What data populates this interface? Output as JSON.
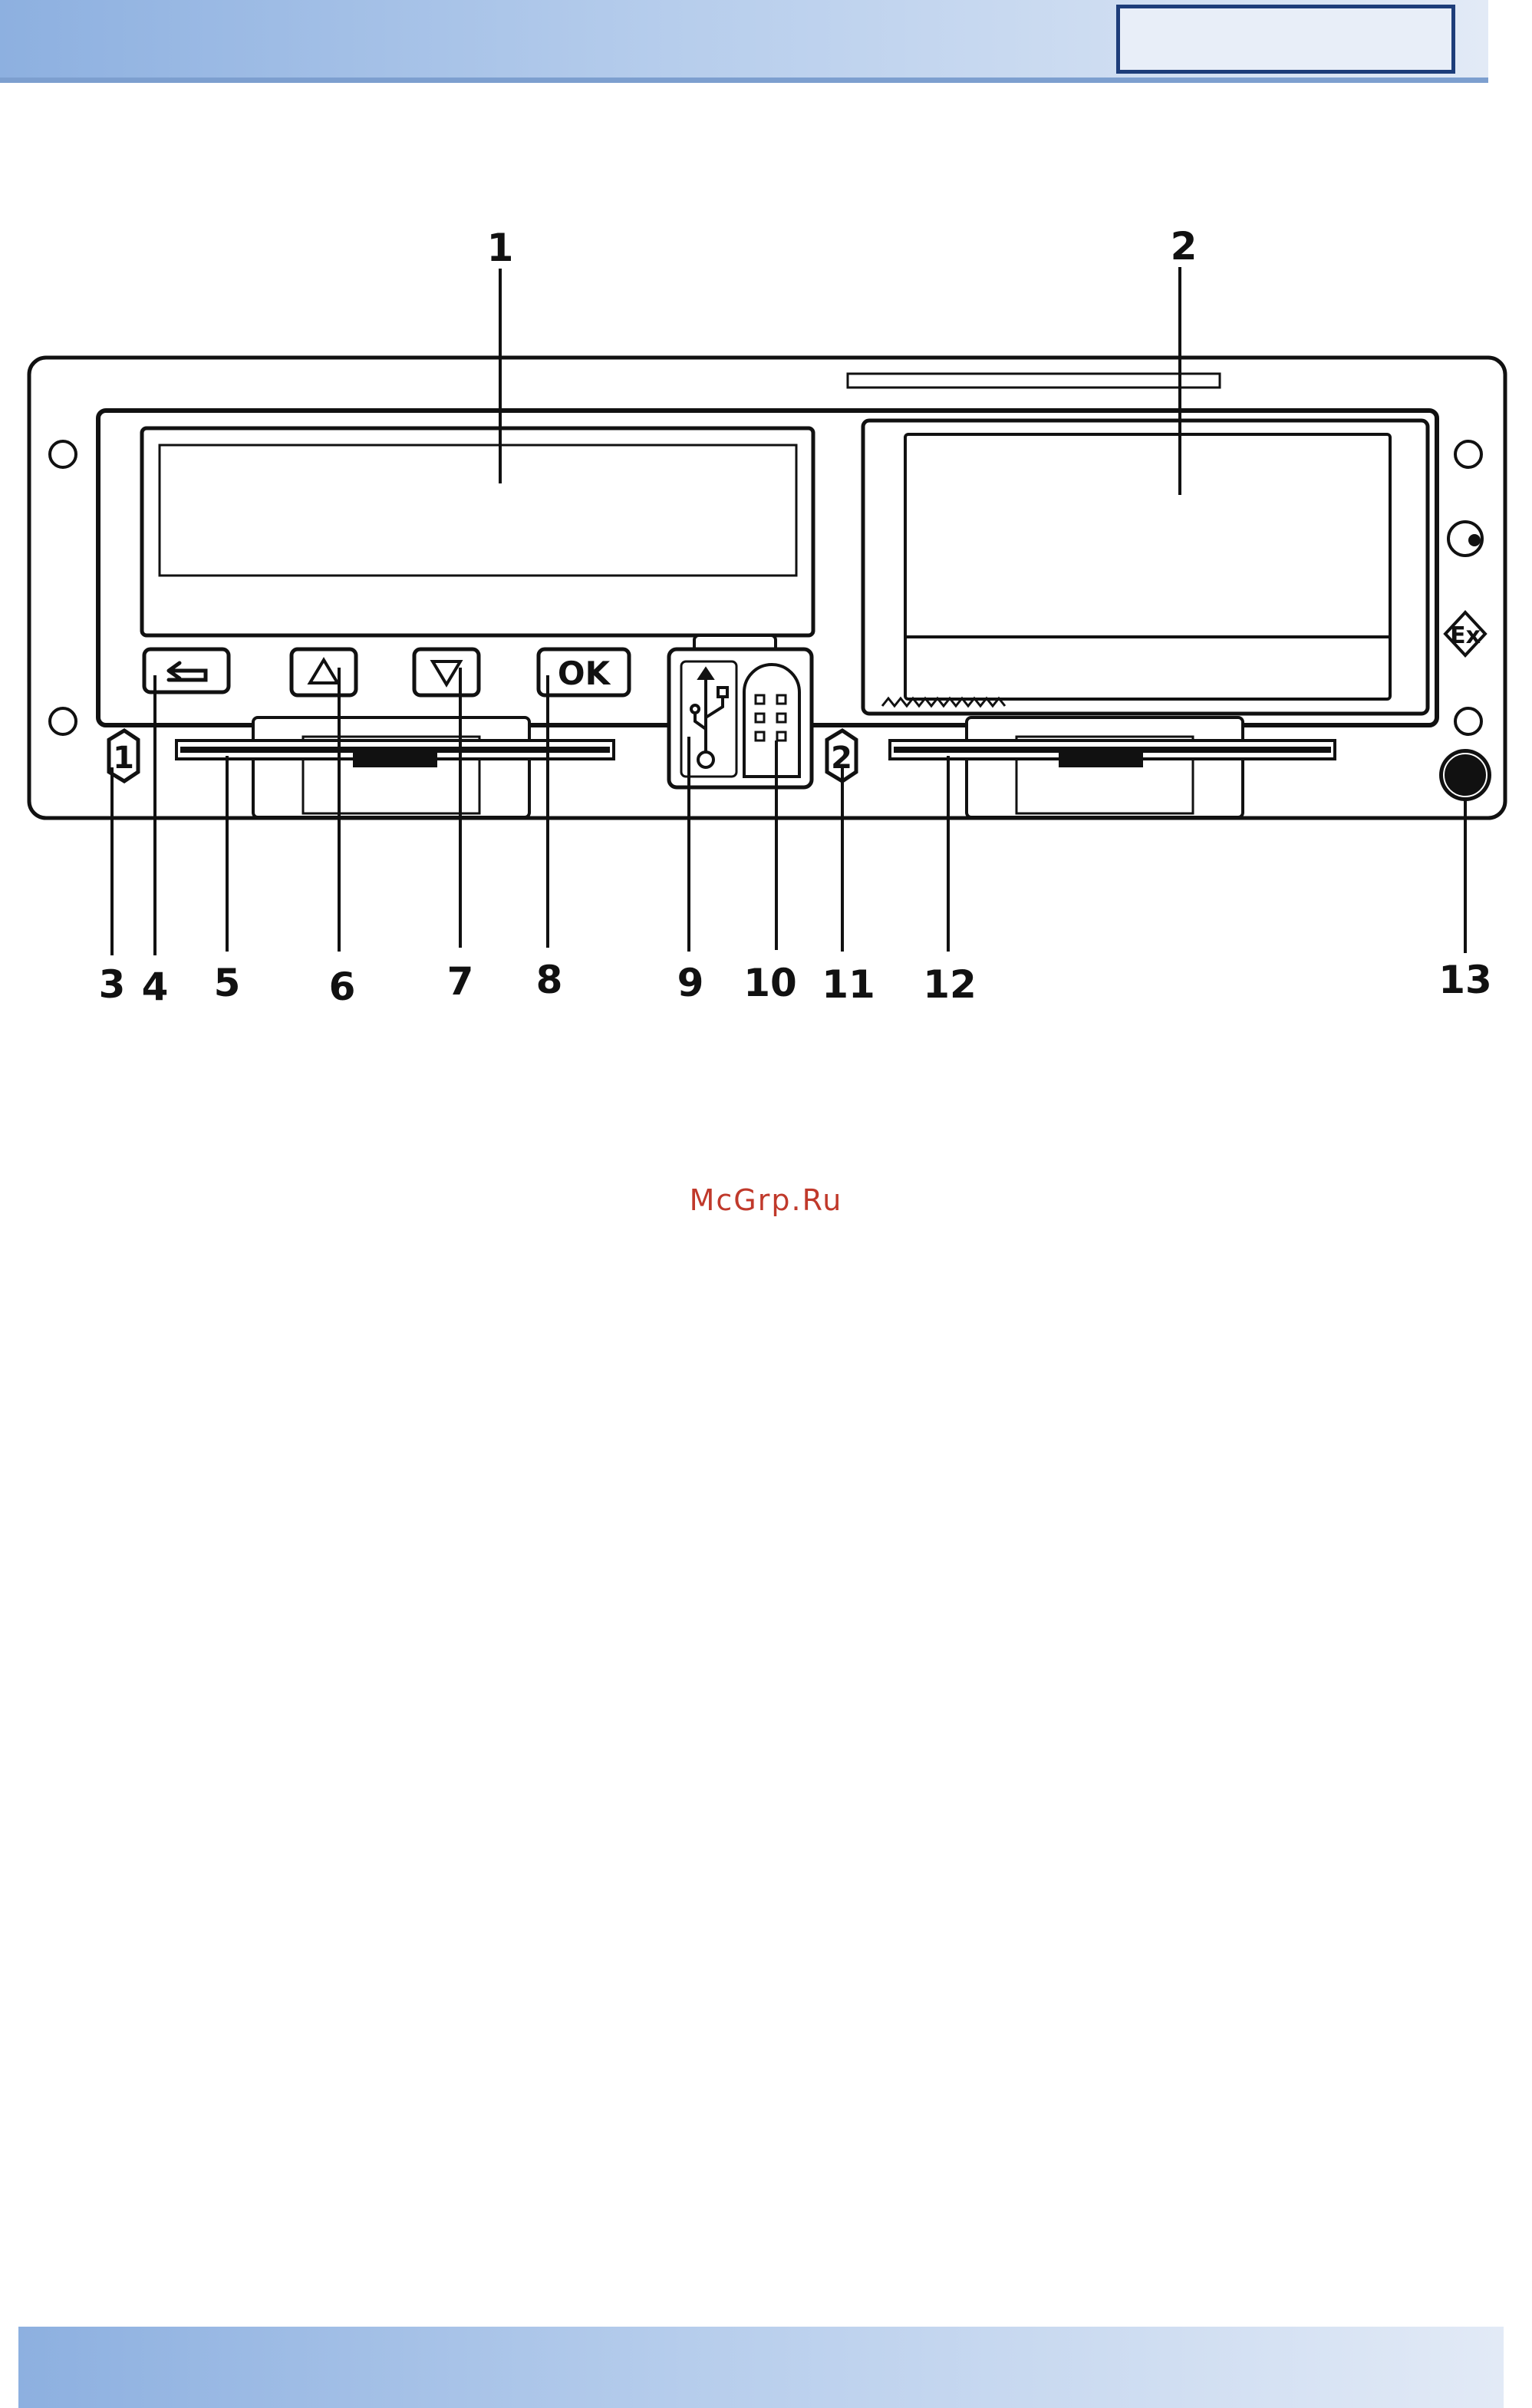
{
  "callouts": {
    "c1": "1",
    "c2": "2",
    "c3": "3",
    "c4": "4",
    "c5": "5",
    "c6": "6",
    "c7": "7",
    "c8": "8",
    "c9": "9",
    "c10": "10",
    "c11": "11",
    "c12": "12",
    "c13": "13"
  },
  "buttons": {
    "back_icon": "back-arrow-icon",
    "up_icon": "triangle-up-icon",
    "down_icon": "triangle-down-icon",
    "ok_label": "OK"
  },
  "slots": {
    "slot1_label": "1",
    "slot2_label": "2"
  },
  "ports": {
    "usb_icon": "usb-icon",
    "connector_icon": "pin-connector-icon"
  },
  "marks": {
    "ex_label": "Ex"
  },
  "watermark": "McGrp.Ru",
  "colors": {
    "header_bar": "#8db0e0",
    "header_box_border": "#1d3d7a",
    "watermark": "#c0392b"
  }
}
